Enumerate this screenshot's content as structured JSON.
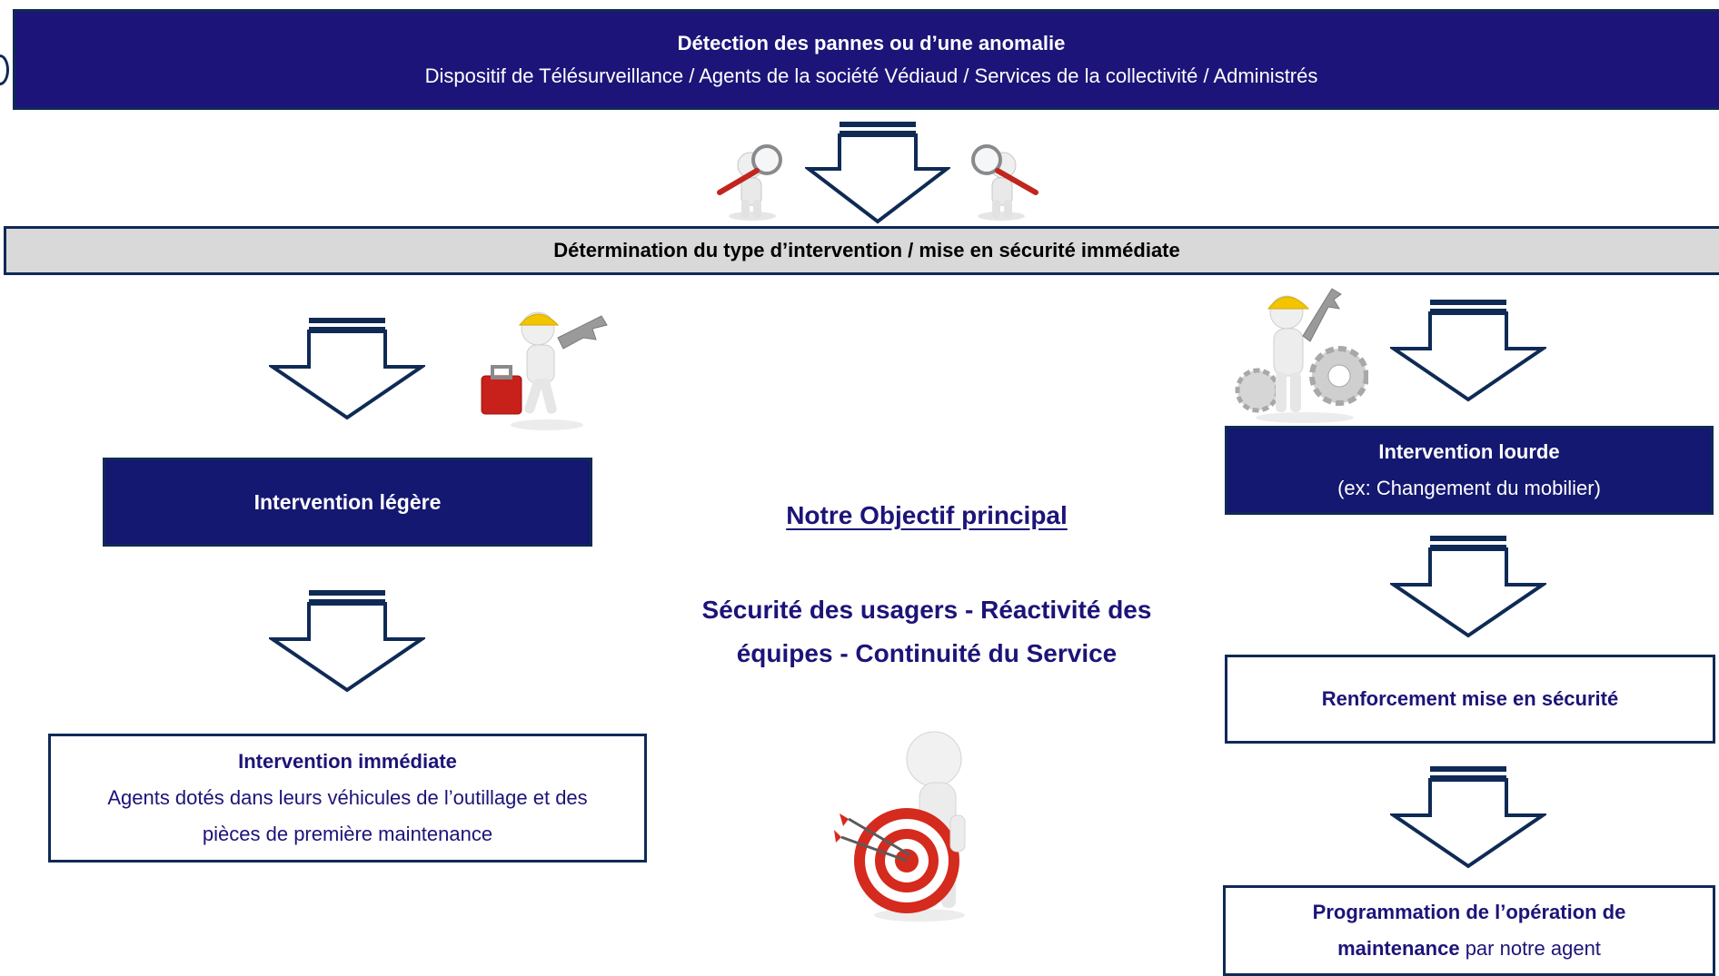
{
  "top_box": {
    "title": "Détection des pannes ou d’une anomalie",
    "subtitle": "Dispositif de Télésurveillance /  Agents de la société Védiaud / Services de la collectivité / Administrés"
  },
  "determination_bar": {
    "label": "Détermination du type d’intervention / mise en sécurité immédiate"
  },
  "left_branch": {
    "light_intervention": "Intervention légère",
    "immediate_title": "Intervention immédiate",
    "immediate_desc_line1": "Agents dotés dans leurs véhicules de l’outillage et des",
    "immediate_desc_line2": "pièces de première maintenance"
  },
  "right_branch": {
    "heavy_title": "Intervention lourde",
    "heavy_example": "(ex: Changement du mobilier)",
    "reinforcement": "Renforcement mise en sécurité",
    "programming_line1": "Programmation de l’opération de",
    "programming_bold": "maintenance",
    "programming_rest": " par notre agent"
  },
  "objective": {
    "heading": "Notre Objectif principal",
    "line1": "Sécurité des usagers - Réactivité des",
    "line2": "équipes - Continuité du Service"
  },
  "colors": {
    "navy_fill": "#1c1478",
    "border": "#0f2a55",
    "grey_fill": "#d9d9d9",
    "text_navy": "#1c1478"
  },
  "icons": [
    "magnifier-figure-icon",
    "down-arrow-icon",
    "worker-toolbox-icon",
    "worker-gear-icon",
    "target-figure-icon"
  ]
}
